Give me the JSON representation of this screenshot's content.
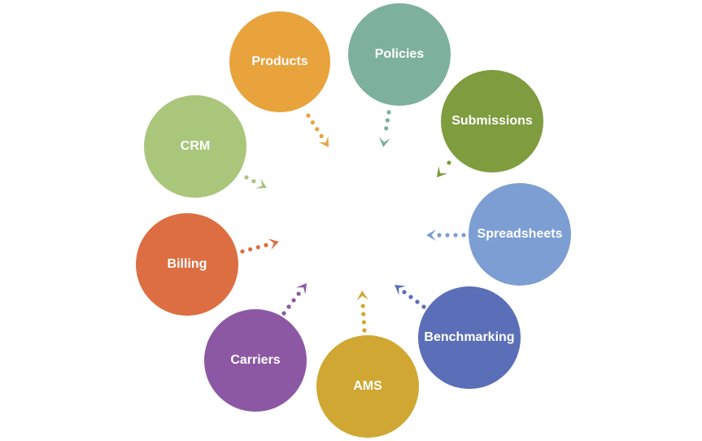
{
  "nodes": [
    {
      "id": "products",
      "label": "Products",
      "color": "#E8A33D"
    },
    {
      "id": "policies",
      "label": "Policies",
      "color": "#7DB09D"
    },
    {
      "id": "submissions",
      "label": "Submissions",
      "color": "#7F9C3E"
    },
    {
      "id": "spreadsheets",
      "label": "Spreadsheets",
      "color": "#7C9ED2"
    },
    {
      "id": "benchmarking",
      "label": "Benchmarking",
      "color": "#5B6FB8"
    },
    {
      "id": "ams",
      "label": "AMS",
      "color": "#CFA732"
    },
    {
      "id": "carriers",
      "label": "Carriers",
      "color": "#8C58A3"
    },
    {
      "id": "billing",
      "label": "Billing",
      "color": "#DC6E41"
    },
    {
      "id": "crm",
      "label": "CRM",
      "color": "#A9C67B"
    }
  ]
}
